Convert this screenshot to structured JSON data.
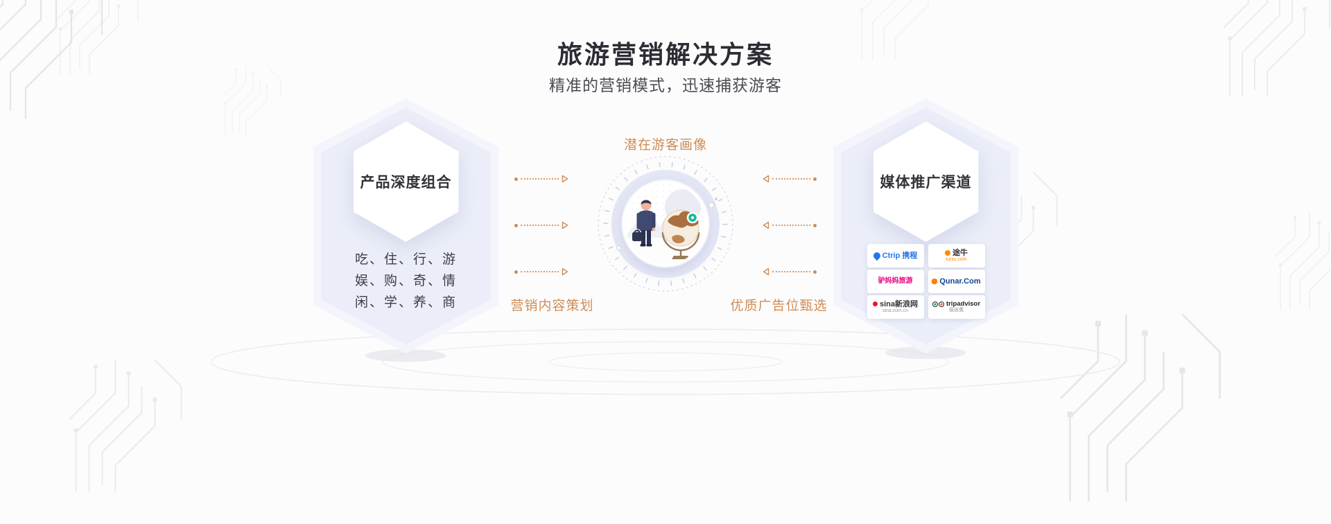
{
  "header": {
    "title": "旅游营销解决方案",
    "subtitle": "精准的营销模式，迅速捕获游客"
  },
  "left_card": {
    "title": "产品深度组合",
    "lines": [
      "吃、住、行、游",
      "娱、购、奇、情",
      "闲、学、养、商"
    ]
  },
  "center": {
    "top_label": "潜在游客画像",
    "bottom_left_label": "营销内容策划",
    "bottom_right_label": "优质广告位甄选"
  },
  "right_card": {
    "title": "媒体推广渠道",
    "logos": [
      {
        "name": "ctrip",
        "main": "Ctrip 携程",
        "sub": ""
      },
      {
        "name": "tuniu",
        "main": "途牛",
        "sub": "tuniu.com"
      },
      {
        "name": "lvmama",
        "main": "驴妈妈旅游",
        "sub": ""
      },
      {
        "name": "qunar",
        "main": "Qunar.Com",
        "sub": ""
      },
      {
        "name": "sina",
        "main": "sina新浪网",
        "sub": "sina.com.cn"
      },
      {
        "name": "tripadvisor",
        "main": "tripadvisor",
        "sub": "猫途鹰"
      }
    ]
  },
  "colors": {
    "accent_orange": "#cf8c55",
    "card_lavender": "#ebeef8",
    "ring_lavender": "#e4e7f4",
    "pin_green": "#12bd97",
    "ctrip_blue": "#2577e8",
    "tuniu_orange": "#ff8a00",
    "lvmama_pink": "#e5007d",
    "qunar_navy": "#10458f",
    "sina_red": "#e6162d",
    "tripadvisor_green": "#0aa66d"
  }
}
